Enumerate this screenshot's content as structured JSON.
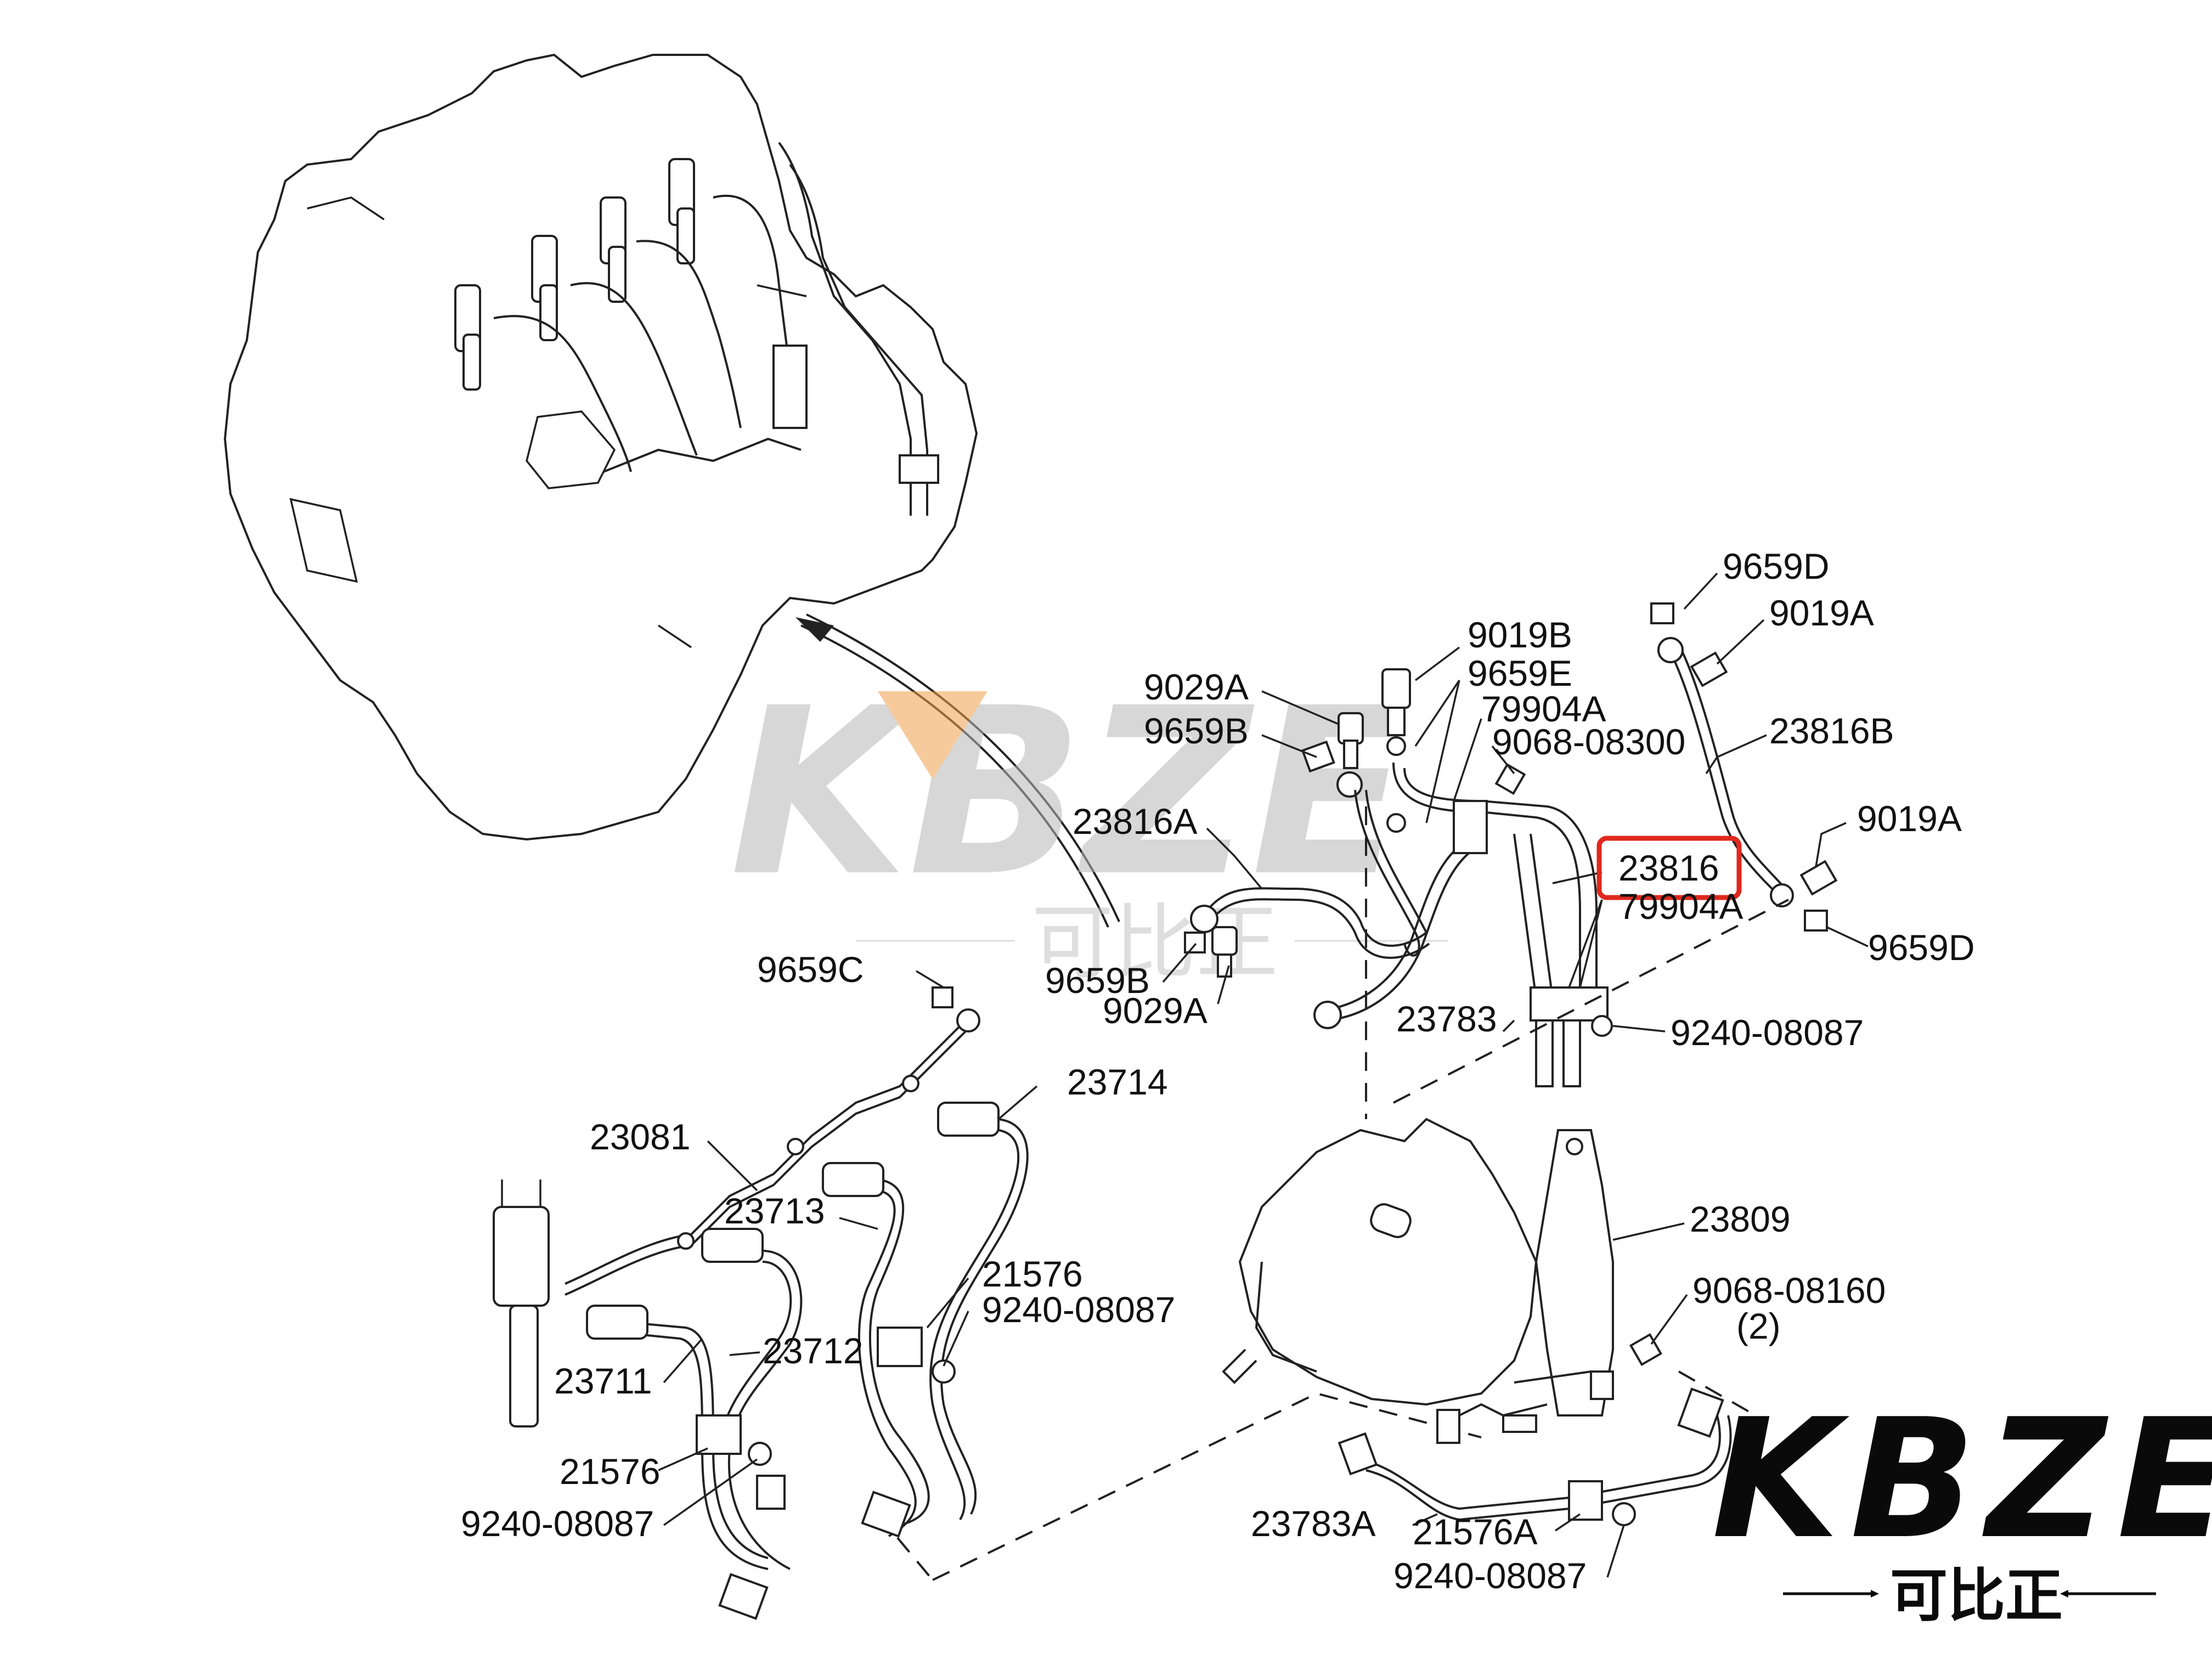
{
  "diagram": {
    "highlight_color": "#e0281d",
    "highlighted_part": "23816",
    "labels": [
      {
        "id": "9659D_top",
        "text": "9659D"
      },
      {
        "id": "9019A_top",
        "text": "9019A"
      },
      {
        "id": "9019B",
        "text": "9019B"
      },
      {
        "id": "9659E",
        "text": "9659E"
      },
      {
        "id": "9029A_top",
        "text": "9029A"
      },
      {
        "id": "79904A_top",
        "text": "79904A"
      },
      {
        "id": "9068_08300",
        "text": "9068-08300"
      },
      {
        "id": "23816B",
        "text": "23816B"
      },
      {
        "id": "9659B_top",
        "text": "9659B"
      },
      {
        "id": "23816A",
        "text": "23816A"
      },
      {
        "id": "9019A_mid",
        "text": "9019A"
      },
      {
        "id": "23816",
        "text": "23816"
      },
      {
        "id": "79904A_mid",
        "text": "79904A"
      },
      {
        "id": "9659D_mid",
        "text": "9659D"
      },
      {
        "id": "9659B_mid",
        "text": "9659B"
      },
      {
        "id": "9029A_mid",
        "text": "9029A"
      },
      {
        "id": "9659C",
        "text": "9659C"
      },
      {
        "id": "23783",
        "text": "23783"
      },
      {
        "id": "9240_08087_right",
        "text": "9240-08087"
      },
      {
        "id": "23714",
        "text": "23714"
      },
      {
        "id": "23081",
        "text": "23081"
      },
      {
        "id": "23713",
        "text": "23713"
      },
      {
        "id": "23809",
        "text": "23809"
      },
      {
        "id": "21576_mid",
        "text": "21576"
      },
      {
        "id": "9068_08160",
        "text": "9068-08160"
      },
      {
        "id": "qty_2",
        "text": "(2)"
      },
      {
        "id": "9240_08087_mid",
        "text": "9240-08087"
      },
      {
        "id": "23712",
        "text": "23712"
      },
      {
        "id": "23711",
        "text": "23711"
      },
      {
        "id": "21576_low",
        "text": "21576"
      },
      {
        "id": "9240_08087_low",
        "text": "9240-08087"
      },
      {
        "id": "23783A",
        "text": "23783A"
      },
      {
        "id": "21576A",
        "text": "21576A"
      },
      {
        "id": "9240_08087_bottom",
        "text": "9240-08087"
      }
    ]
  },
  "watermark": {
    "logo_text": "KBZE",
    "chinese_text": "可比正",
    "orange_color": "#f0a04a",
    "grey_color": "#9a9a9a"
  },
  "logo": {
    "text": "KBZE",
    "chinese_text": "可比正",
    "color": "#0a0a0a"
  }
}
